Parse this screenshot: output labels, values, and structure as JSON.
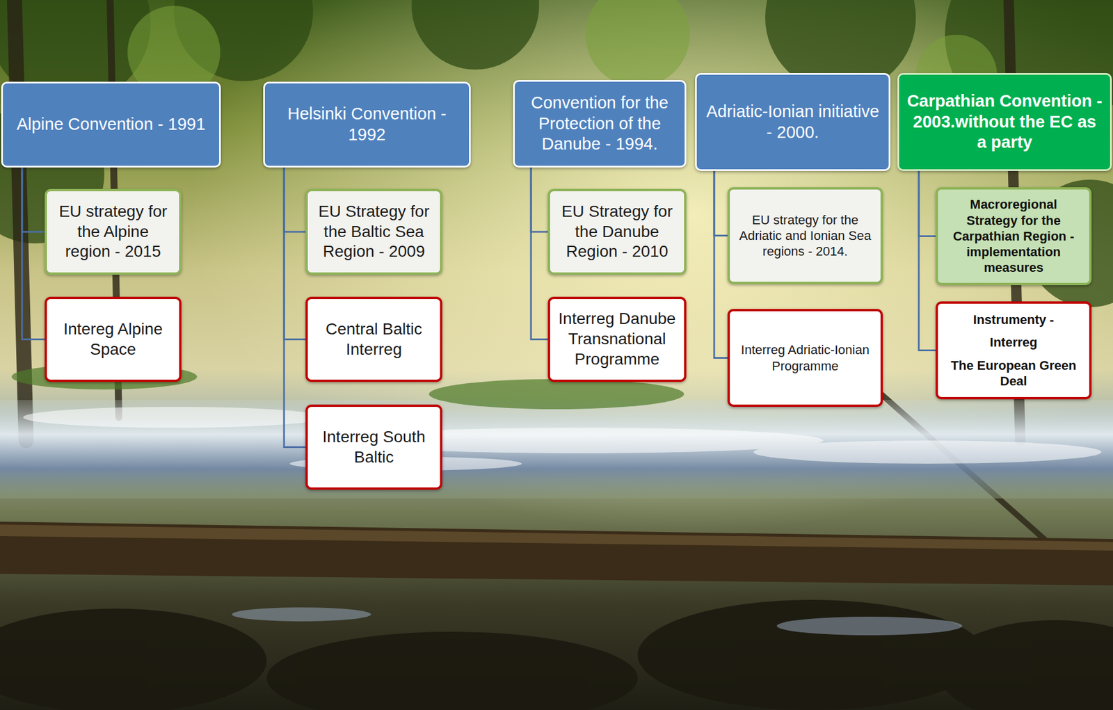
{
  "diagram": {
    "nodes": [
      {
        "text": [
          "Alpine Convention - 1991"
        ]
      },
      {
        "text": [
          "EU strategy for the Alpine region - 2015"
        ]
      },
      {
        "text": [
          "Intereg Alpine Space"
        ]
      },
      {
        "text": [
          "Helsinki Convention - 1992"
        ]
      },
      {
        "text": [
          "EU Strategy for the Baltic Sea Region - 2009"
        ]
      },
      {
        "text": [
          "Central Baltic Interreg"
        ]
      },
      {
        "text": [
          "Interreg South Baltic"
        ]
      },
      {
        "text": [
          "Convention for the Protection of the Danube - 1994."
        ]
      },
      {
        "text": [
          "EU Strategy for the Danube Region - 2010"
        ]
      },
      {
        "text": [
          "Interreg Danube Transnational Programme"
        ]
      },
      {
        "text": [
          "Adriatic-Ionian initiative - 2000."
        ]
      },
      {
        "text": [
          "EU strategy for the Adriatic and Ionian Sea regions - 2014."
        ]
      },
      {
        "text": [
          "Interreg Adriatic-Ionian Programme"
        ]
      },
      {
        "text": [
          "Carpathian Convention - 2003.without the EC as a party"
        ]
      },
      {
        "text": [
          "Macroregional Strategy for the Carpathian Region - implementation measures"
        ]
      },
      {
        "text": [
          "Instrumenty -",
          "Interreg",
          "The European Green Deal"
        ]
      }
    ],
    "edges": [
      {
        "from": 0,
        "to": 1,
        "arrow": "none"
      },
      {
        "from": 0,
        "to": 2,
        "arrow": "none"
      },
      {
        "from": 3,
        "to": 4,
        "arrow": "none"
      },
      {
        "from": 3,
        "to": 5,
        "arrow": "none"
      },
      {
        "from": 3,
        "to": 6,
        "arrow": "none"
      },
      {
        "from": 7,
        "to": 8,
        "arrow": "none"
      },
      {
        "from": 7,
        "to": 9,
        "arrow": "none"
      },
      {
        "from": 10,
        "to": 11,
        "arrow": "none"
      },
      {
        "from": 10,
        "to": 12,
        "arrow": "none"
      },
      {
        "from": 13,
        "to": 14,
        "arrow": "none"
      },
      {
        "from": 13,
        "to": 15,
        "arrow": "none"
      }
    ]
  }
}
